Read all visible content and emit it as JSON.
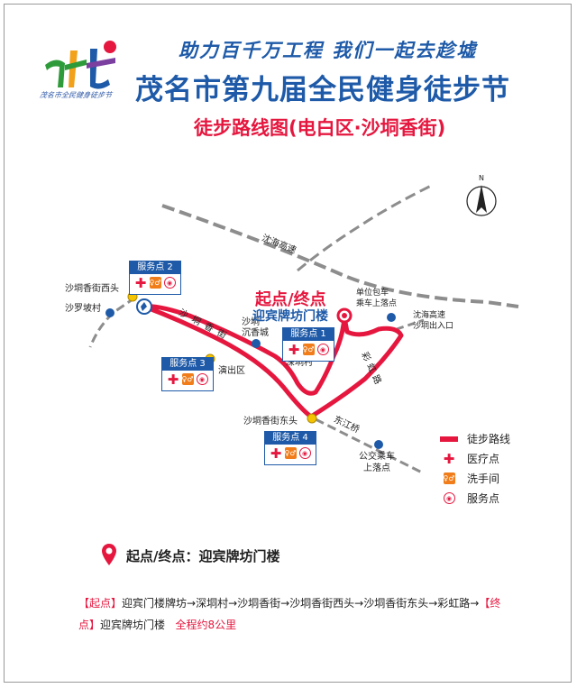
{
  "header": {
    "logo_caption": "茂名市全民健身徒步节",
    "slogan": "助力百千万工程  我们一起去趁墟",
    "title": "茂名市第九届全民健身徒步节",
    "subtitle": "徒步路线图(电白区·沙垌香街)"
  },
  "map": {
    "north": "N",
    "roads": {
      "expressway": "沈海高速",
      "street": "沙垌香街",
      "caihong": "彩虹路",
      "dongjiang": "东江桥"
    },
    "start": {
      "label": "起点/终点",
      "name": "迎宾牌坊门楼"
    },
    "places": {
      "xitou": "沙垌香街西头",
      "shaluopo": "沙罗坡村",
      "chenxiang": "沙垌\n沉香城",
      "shendong": "深垌村",
      "yanchu": "演出区",
      "dongtou": "沙垌香街东头",
      "bus_unit": "单位包车\n乘车上落点",
      "exit": "沈海高速\n沙垌出入口",
      "bus_public": "公交乘车\n上落点"
    },
    "service_points": [
      {
        "label": "服务点 2"
      },
      {
        "label": "服务点 1"
      },
      {
        "label": "服务点 3"
      },
      {
        "label": "服务点 4"
      }
    ],
    "icon_names": [
      "medical-cross-icon",
      "restroom-icon",
      "service-icon"
    ]
  },
  "legend": {
    "route": "徒步路线",
    "medical": "医疗点",
    "restroom": "洗手间",
    "service": "服务点"
  },
  "footer": {
    "start_end": "起点/终点：迎宾牌坊门楼",
    "desc_start_tag": "【起点】",
    "desc_part1": "迎宾门楼牌坊→深垌村→沙垌香街→沙垌香街西头→沙垌香街东头→彩虹路→",
    "desc_end_tag": "【终点】",
    "desc_part2": "迎宾牌坊门楼",
    "desc_total": "全程约8公里"
  },
  "colors": {
    "route": "#e5173f",
    "brand_blue": "#1e5aa8",
    "point_yellow": "#f5c400",
    "bus_blue": "#1e5aa8"
  }
}
